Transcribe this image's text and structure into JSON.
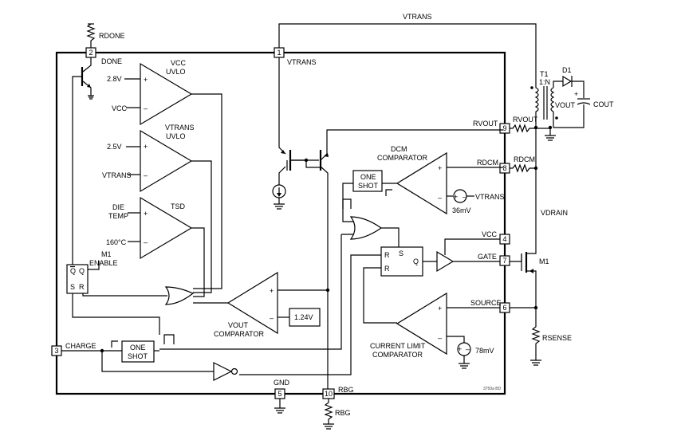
{
  "labels": {
    "vtrans_top": "VTRANS",
    "rdone": "RDONE",
    "done": "DONE",
    "vtrans_pin1": "VTRANS",
    "t1": "T1",
    "t1_ratio": "1:N",
    "d1": "D1",
    "vout": "VOUT",
    "cout": "COUT",
    "vcc_uvlo_title_1": "VCC",
    "vcc_uvlo_title_2": "UVLO",
    "vcc_uvlo_plus": "2.8V",
    "vcc_uvlo_minus": "VCC",
    "vtrans_uvlo_title_1": "VTRANS",
    "vtrans_uvlo_title_2": "UVLO",
    "vtrans_uvlo_plus": "2.5V",
    "vtrans_uvlo_minus": "VTRANS",
    "tsd_title": "TSD",
    "tsd_plus_1": "DIE",
    "tsd_plus_2": "TEMP",
    "tsd_minus": "160°C",
    "m1_enable_1": "M1",
    "m1_enable_2": "ENABLE",
    "latch_qbar": "Q",
    "latch_q": "Q",
    "latch_s": "S",
    "latch_r": "R",
    "rvout": "RVOUT",
    "rvout_res": "RVOUT",
    "dcm_1": "DCM",
    "dcm_2": "COMPARATOR",
    "rdcm": "RDCM",
    "rdcm_res": "RDCM",
    "one_shot_top_1": "ONE",
    "one_shot_top_2": "SHOT",
    "dcm_ref": "VTRANS",
    "dcm_ref_val": "36mV",
    "vdrain": "VDRAIN",
    "vcc_pin": "VCC",
    "gate": "GATE",
    "m1": "M1",
    "ff_r1": "R",
    "ff_s": "S",
    "ff_r2": "R",
    "ff_q": "Q",
    "source": "SOURCE",
    "rsense": "RSENSE",
    "vout_comp_1": "VOUT",
    "vout_comp_2": "COMPARATOR",
    "vref": "1.24V",
    "cl_1": "CURRENT LIMIT",
    "cl_2": "COMPARATOR",
    "cl_ref": "78mV",
    "charge": "CHARGE",
    "one_shot_bot_1": "ONE",
    "one_shot_bot_2": "SHOT",
    "gnd": "GND",
    "rbg": "RBG",
    "rbg_res": "RBG",
    "code": "3750a BD",
    "comp_plus": "+",
    "comp_minus": "–"
  },
  "pins": {
    "p1": "1",
    "p2": "2",
    "p3": "3",
    "p4": "4",
    "p5": "5",
    "p6": "6",
    "p7": "7",
    "p8": "8",
    "p9": "9",
    "p10": "10"
  },
  "icons": {
    "resistor": "resistor-icon",
    "ground": "ground-icon",
    "current_source": "current-source-icon",
    "voltage_source": "voltage-source-icon"
  }
}
